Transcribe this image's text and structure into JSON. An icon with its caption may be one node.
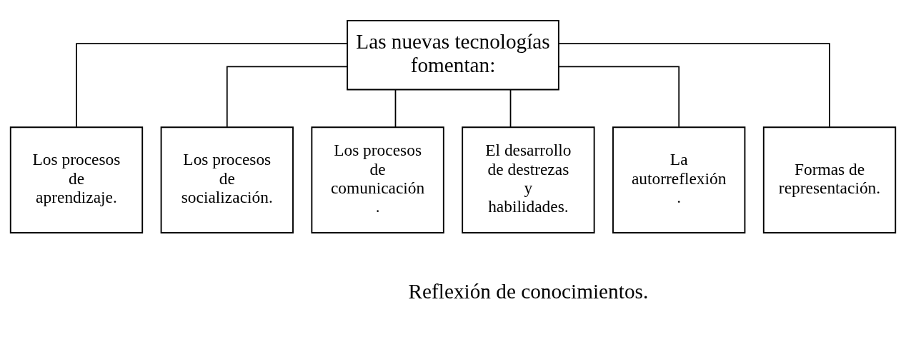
{
  "diagram": {
    "nodes": [
      {
        "text": [
          "Las nuevas tecnologías fomentan:"
        ]
      },
      {
        "text": [
          "Los procesos de aprendizaje."
        ]
      },
      {
        "text": [
          "Los procesos de socialización."
        ]
      },
      {
        "text": [
          "Los procesos de comunicación ."
        ]
      },
      {
        "text": [
          "El desarrollo de destrezas y habilidades."
        ]
      },
      {
        "text": [
          "La autorreflexión ."
        ]
      },
      {
        "text": [
          "Formas de representación."
        ]
      }
    ],
    "edges": [
      {
        "from": 0,
        "to": 1,
        "arrow": "none"
      },
      {
        "from": 0,
        "to": 2,
        "arrow": "none"
      },
      {
        "from": 0,
        "to": 3,
        "arrow": "none"
      },
      {
        "from": 0,
        "to": 4,
        "arrow": "none"
      },
      {
        "from": 0,
        "to": 5,
        "arrow": "none"
      },
      {
        "from": 0,
        "to": 6,
        "arrow": "none"
      }
    ],
    "labels": [
      "Reflexión de conocimientos."
    ]
  }
}
